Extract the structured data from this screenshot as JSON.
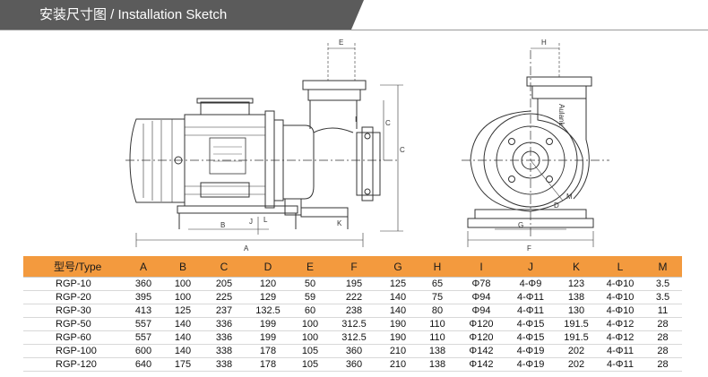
{
  "header": {
    "title": "安装尺寸图 / Installation Sketch"
  },
  "colors": {
    "header_band": "#5b5b5b",
    "table_header": "#f39a3e",
    "line": "#333333"
  },
  "drawing": {
    "left_view_labels": [
      "E",
      "C",
      "A",
      "B",
      "J",
      "K",
      "L",
      "I"
    ],
    "right_view_labels": [
      "H",
      "G",
      "F",
      "M",
      "D"
    ],
    "brand_on_casing": "Aulank"
  },
  "table": {
    "columns": [
      "型号/Type",
      "A",
      "B",
      "C",
      "D",
      "E",
      "F",
      "G",
      "H",
      "I",
      "J",
      "K",
      "L",
      "M"
    ],
    "rows": [
      [
        "RGP-10",
        "360",
        "100",
        "205",
        "120",
        "50",
        "195",
        "125",
        "65",
        "Φ78",
        "4-Φ9",
        "123",
        "4-Φ10",
        "3.5"
      ],
      [
        "RGP-20",
        "395",
        "100",
        "225",
        "129",
        "59",
        "222",
        "140",
        "75",
        "Φ94",
        "4-Φ11",
        "138",
        "4-Φ10",
        "3.5"
      ],
      [
        "RGP-30",
        "413",
        "125",
        "237",
        "132.5",
        "60",
        "238",
        "140",
        "80",
        "Φ94",
        "4-Φ11",
        "130",
        "4-Φ10",
        "11"
      ],
      [
        "RGP-50",
        "557",
        "140",
        "336",
        "199",
        "100",
        "312.5",
        "190",
        "110",
        "Φ120",
        "4-Φ15",
        "191.5",
        "4-Φ12",
        "28"
      ],
      [
        "RGP-60",
        "557",
        "140",
        "336",
        "199",
        "100",
        "312.5",
        "190",
        "110",
        "Φ120",
        "4-Φ15",
        "191.5",
        "4-Φ12",
        "28"
      ],
      [
        "RGP-100",
        "600",
        "140",
        "338",
        "178",
        "105",
        "360",
        "210",
        "138",
        "Φ142",
        "4-Φ19",
        "202",
        "4-Φ11",
        "28"
      ],
      [
        "RGP-120",
        "640",
        "175",
        "338",
        "178",
        "105",
        "360",
        "210",
        "138",
        "Φ142",
        "4-Φ19",
        "202",
        "4-Φ11",
        "28"
      ]
    ]
  }
}
